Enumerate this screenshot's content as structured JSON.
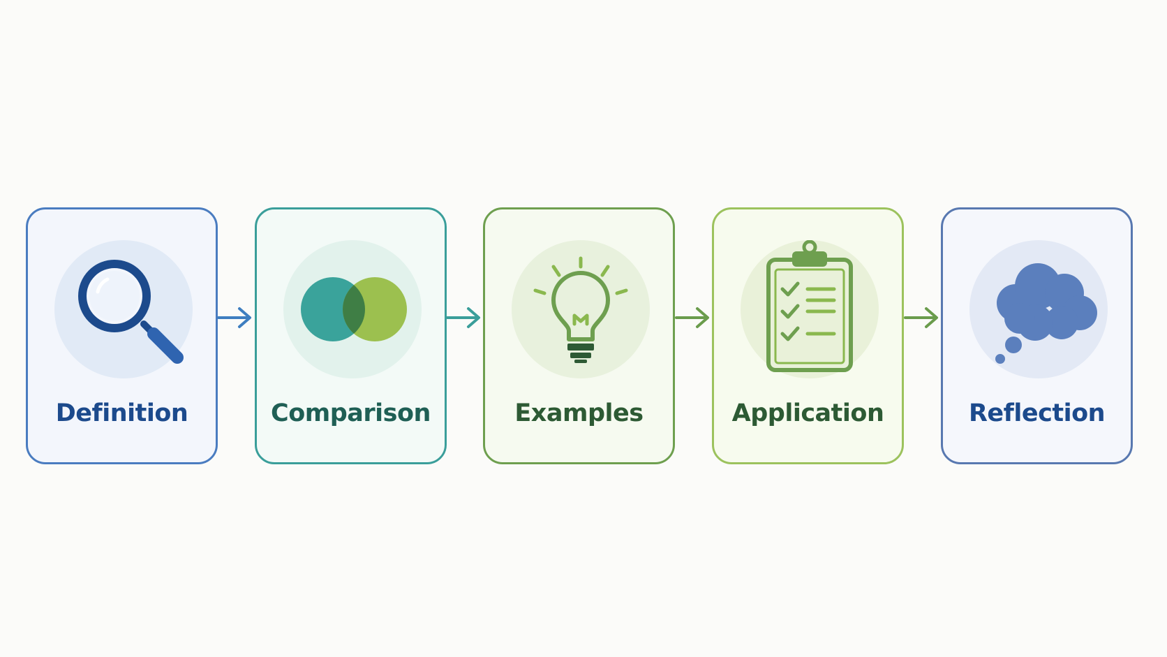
{
  "steps": [
    {
      "label": "Definition",
      "icon": "magnifying-glass-icon",
      "border": "#4a7cc0",
      "fill": "#f3f6fc",
      "halo": "#e1eaf6",
      "text": "#1c4a8c"
    },
    {
      "label": "Comparison",
      "icon": "venn-diagram-icon",
      "border": "#3a9e9a",
      "fill": "#f3faf7",
      "halo": "#e2f2ec",
      "text": "#1f5f55"
    },
    {
      "label": "Examples",
      "icon": "lightbulb-icon",
      "border": "#6e9f4f",
      "fill": "#f6faf0",
      "halo": "#e8f1dd",
      "text": "#2d5a34"
    },
    {
      "label": "Application",
      "icon": "clipboard-checklist-icon",
      "border": "#9cc25d",
      "fill": "#f7fbee",
      "halo": "#e9f1d9",
      "text": "#2d5a34"
    },
    {
      "label": "Reflection",
      "icon": "thought-bubble-icon",
      "border": "#5878b0",
      "fill": "#f5f7fc",
      "halo": "#e3e9f5",
      "text": "#1c4a8c"
    }
  ],
  "arrow_colors": [
    "#3e7ec0",
    "#3a9e9a",
    "#6a9c4c",
    "#6a9c4c"
  ]
}
